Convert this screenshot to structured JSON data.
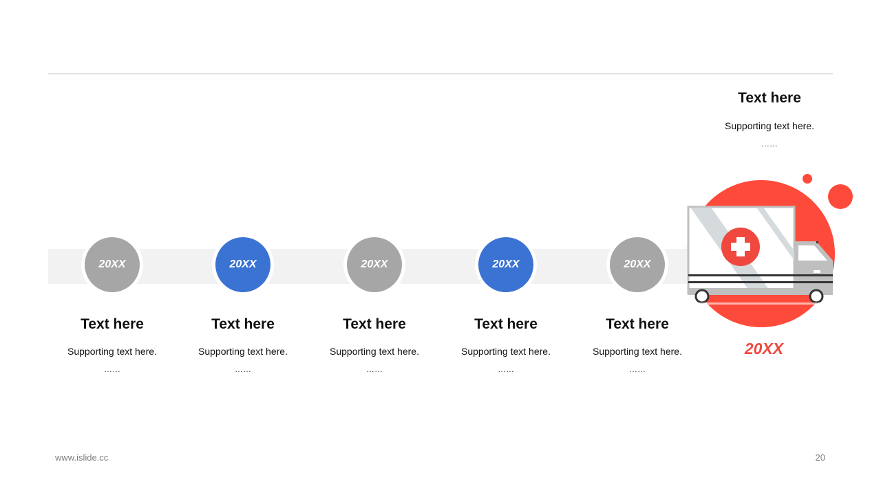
{
  "colors": {
    "gray": "#a6a6a6",
    "blue": "#3b73d3",
    "red": "#fe4a3a",
    "band": "#f2f2f2"
  },
  "milestones": [
    {
      "year": "20XX",
      "title": "Text here",
      "subtitle": "Supporting text here.",
      "dots": "……",
      "color": "gray"
    },
    {
      "year": "20XX",
      "title": "Text here",
      "subtitle": "Supporting text here.",
      "dots": "……",
      "color": "blue"
    },
    {
      "year": "20XX",
      "title": "Text here",
      "subtitle": "Supporting text here.",
      "dots": "……",
      "color": "gray"
    },
    {
      "year": "20XX",
      "title": "Text here",
      "subtitle": "Supporting text here.",
      "dots": "……",
      "color": "blue"
    },
    {
      "year": "20XX",
      "title": "Text here",
      "subtitle": "Supporting text here.",
      "dots": "……",
      "color": "gray"
    }
  ],
  "final": {
    "title": "Text here",
    "subtitle": "Supporting text here.",
    "dots": "……",
    "year": "20XX",
    "icon": "ambulance-icon"
  },
  "footer": {
    "url": "www.islide.cc",
    "page": "20"
  }
}
